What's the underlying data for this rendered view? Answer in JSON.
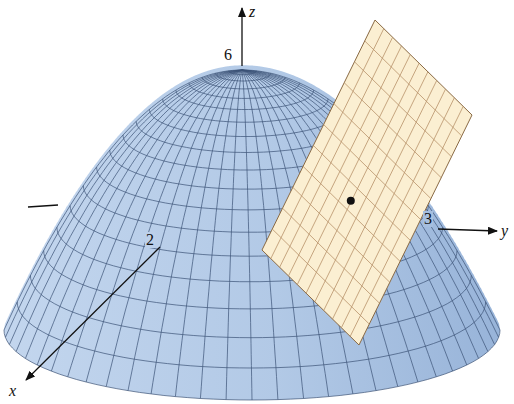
{
  "diagram": {
    "labels": [
      "z",
      "6",
      "2",
      "x",
      "3",
      "y"
    ]
  }
}
